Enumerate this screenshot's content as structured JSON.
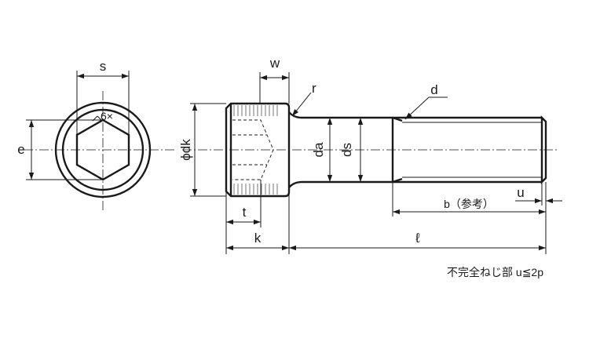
{
  "dimensions": {
    "s": "s",
    "e": "e",
    "w": "w",
    "r": "r",
    "d": "d",
    "dk": "ϕdk",
    "da": "da",
    "ds": "ds",
    "b": "b（参考）",
    "u": "u",
    "t": "t",
    "k": "k",
    "l": "ℓ"
  },
  "socket_marking": "6×",
  "note": "不完全ねじ部 u≦2p"
}
